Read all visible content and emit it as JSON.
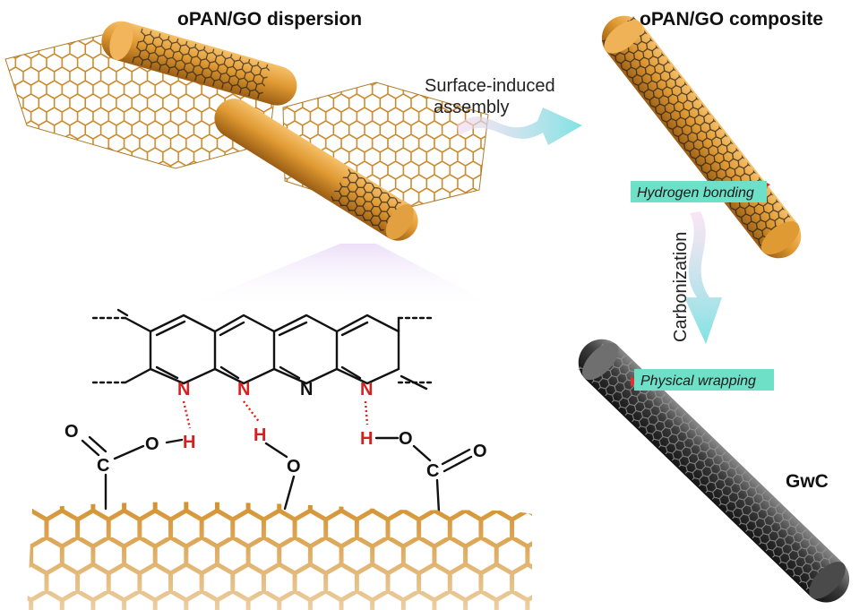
{
  "titles": {
    "dispersion": "oPAN/GO dispersion",
    "composite": "oPAN/GO composite",
    "product": "GwC"
  },
  "steps": {
    "assembly_line1": "Surface-induced",
    "assembly_line2": "assembly",
    "carbonization": "Carbonization"
  },
  "tags": {
    "hydrogen_bonding": "Hydrogen bonding",
    "physical_wrapping": "Physical wrapping"
  },
  "atoms": {
    "nitrogen": "N",
    "hydrogen": "H",
    "oxygen": "O",
    "carbon": "C"
  },
  "colors": {
    "graphene_oxide": "#c98a2e",
    "fiber_opan": "#e09a33",
    "fiber_carbon": "#3c3c3c",
    "arrow": "#7fe3e3",
    "tag_background": "#6fe0c8",
    "hbond_atom": "#d81e1e",
    "contact_marker": "#e03030"
  },
  "icons": {
    "process_arrow": "gradient-wavy-arrow",
    "graphene_sheet": "hexagonal-lattice",
    "fiber": "cylinder"
  }
}
